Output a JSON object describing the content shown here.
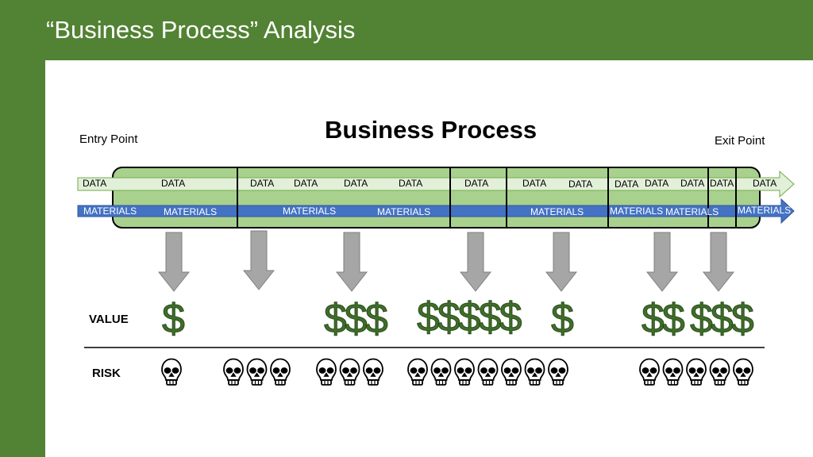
{
  "slide": {
    "title": "“Business Process” Analysis",
    "heading": "Business Process",
    "entry_point": "Entry Point",
    "exit_point": "Exit Point",
    "value_label": "VALUE",
    "risk_label": "RISK"
  },
  "streams": {
    "data_label": "DATA",
    "materials_label": "MATERIALS"
  },
  "value_groups": [
    "$",
    "$$$",
    "$$$$$",
    "$",
    "$$",
    "$$$"
  ],
  "risk_groups": [
    1,
    3,
    3,
    7,
    5
  ],
  "colors": {
    "frame": "#528233",
    "process_fill": "#a9d18e",
    "data_band": "#e2efd9",
    "materials_band": "#4472c4",
    "arrow": "#a6a6a6",
    "dollar": "#3f6e2a"
  }
}
